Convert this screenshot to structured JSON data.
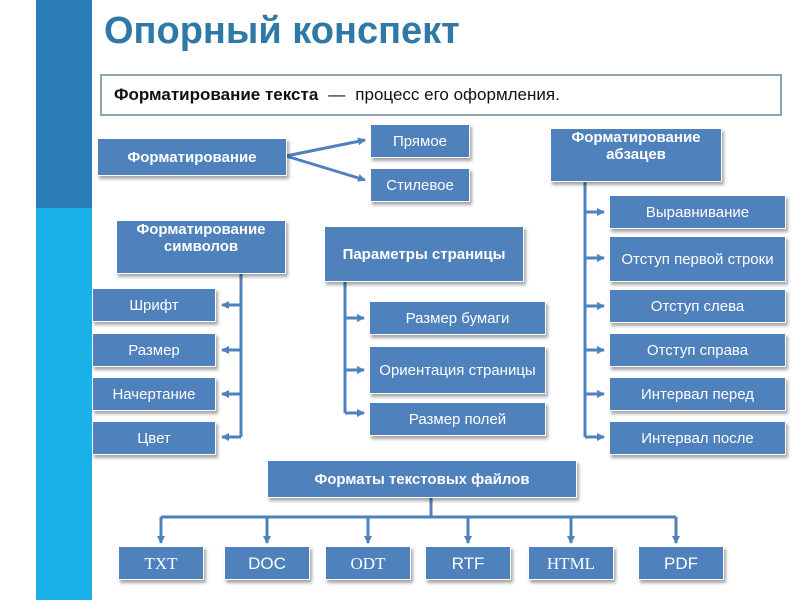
{
  "title": "Опорный конспект",
  "definition": {
    "term": "Форматирование текста",
    "dash": "—",
    "text": "процесс его оформления."
  },
  "formatting": {
    "label": "Форматирование",
    "branches": [
      "Прямое",
      "Стилевое"
    ]
  },
  "char_formatting": {
    "label": "Форматирование символов",
    "items": [
      "Шрифт",
      "Размер",
      "Начертание",
      "Цвет"
    ]
  },
  "page_params": {
    "label": "Параметры страницы",
    "items": [
      "Размер бумаги",
      "Ориентация страницы",
      "Размер полей"
    ]
  },
  "para_formatting": {
    "label": "Форматирование абзацев",
    "items": [
      "Выравнивание",
      "Отступ первой строки",
      "Отступ слева",
      "Отступ справа",
      "Интервал перед",
      "Интервал после"
    ]
  },
  "file_formats": {
    "label": "Форматы текстовых файлов",
    "items": [
      "TXT",
      "DOC",
      "ODT",
      "RTF",
      "HTML",
      "PDF"
    ]
  },
  "colors": {
    "node": "#4f81bd",
    "title": "#2f79a6",
    "sidebar_dark": "#2a7db5",
    "sidebar_light": "#1ab0e8"
  }
}
